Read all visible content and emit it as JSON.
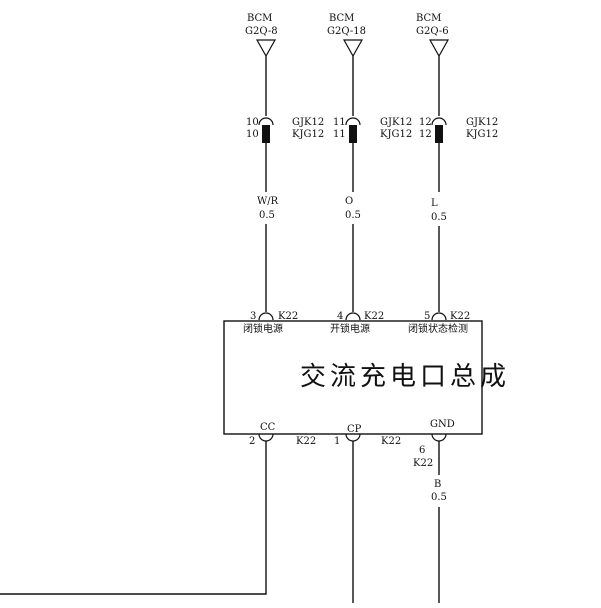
{
  "circuits": [
    {
      "bcm_label": "BCM",
      "bcm_pin": "G2Q-8",
      "conn_pin_top": "10",
      "conn_pin_bottom": "10",
      "conn_name_top": "GJK12",
      "conn_name_bottom": "KJG12",
      "wire_color": "W/R",
      "wire_gauge": "0.5",
      "k22_pin": "3",
      "k22_label": "K22",
      "function_label": "闭锁电源"
    },
    {
      "bcm_label": "BCM",
      "bcm_pin": "G2Q-18",
      "conn_pin_top": "11",
      "conn_pin_bottom": "11",
      "conn_name_top": "GJK12",
      "conn_name_bottom": "KJG12",
      "wire_color": "O",
      "wire_gauge": "0.5",
      "k22_pin": "4",
      "k22_label": "K22",
      "function_label": "开锁电源"
    },
    {
      "bcm_label": "BCM",
      "bcm_pin": "G2Q-6",
      "conn_pin_top": "12",
      "conn_pin_bottom": "12",
      "conn_name_top": "GJK12",
      "conn_name_bottom": "KJG12",
      "wire_color": "L",
      "wire_gauge": "0.5",
      "k22_pin": "5",
      "k22_label": "K22",
      "function_label": "闭锁状态检测"
    }
  ],
  "module": {
    "name_chars": [
      "交",
      "流",
      "充",
      "电",
      "口",
      "总",
      "成"
    ]
  },
  "bottom_pins": [
    {
      "signal": "CC",
      "pin": "2",
      "connector": "K22"
    },
    {
      "signal": "CP",
      "pin": "1",
      "connector": "K22"
    },
    {
      "signal": "GND",
      "pin": "6",
      "connector": "K22",
      "wire_color": "B",
      "wire_gauge": "0.5"
    }
  ]
}
